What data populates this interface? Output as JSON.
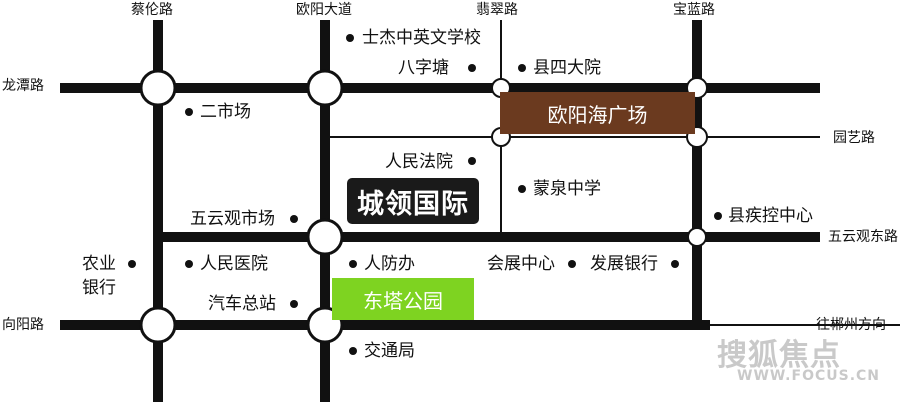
{
  "roads": {
    "caolun": "蔡伦路",
    "ouyang_dadao": "欧阳大道",
    "feicui": "翡翠路",
    "baolan": "宝蓝路",
    "longtan": "龙潭路",
    "yuanyi": "园艺路",
    "wuyunguan_dong": "五云观东路",
    "xiangyang": "向阳路",
    "to_chenzhou": "往郴州方向"
  },
  "pois": {
    "shijie_school": "士杰中英文学校",
    "bazitang": "八字塘",
    "xian_sidayuan": "县四大院",
    "ershichang": "二市场",
    "court": "人民法院",
    "mengquan": "蒙泉中学",
    "wuyunguan_market": "五云观市场",
    "cdc": "县疾控中心",
    "bank_line1": "农业",
    "bank_line2": "银行",
    "hospital": "人民医院",
    "renfangban": "人防办",
    "expo": "会展中心",
    "dev_bank": "发展银行",
    "bus_station": "汽车总站",
    "traffic_bureau": "交通局"
  },
  "landmarks": {
    "ouyanghai_plaza": "欧阳海广场",
    "chengling": "城领国际",
    "dongta_park": "东塔公园"
  },
  "watermark": {
    "brand": "搜狐焦点",
    "url": "WWW.FOCUS.CN"
  },
  "colors": {
    "road": "#111111",
    "plaza": "#6b3a1f",
    "project": "#1a1a1a",
    "park": "#7ed321"
  }
}
